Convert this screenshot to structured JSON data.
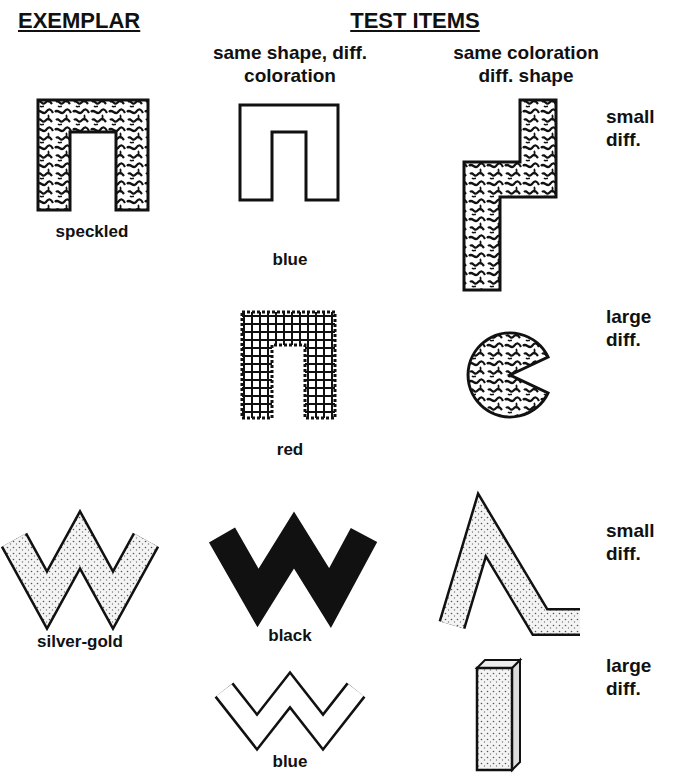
{
  "diagram": {
    "labels": [
      "EXEMPLAR",
      "TEST ITEMS",
      "same shape, diff. coloration",
      "same coloration diff. shape",
      "small diff.",
      "speckled",
      "blue",
      "large diff.",
      "red",
      "small diff.",
      "silver-gold",
      "black",
      "large diff.",
      "blue"
    ]
  }
}
